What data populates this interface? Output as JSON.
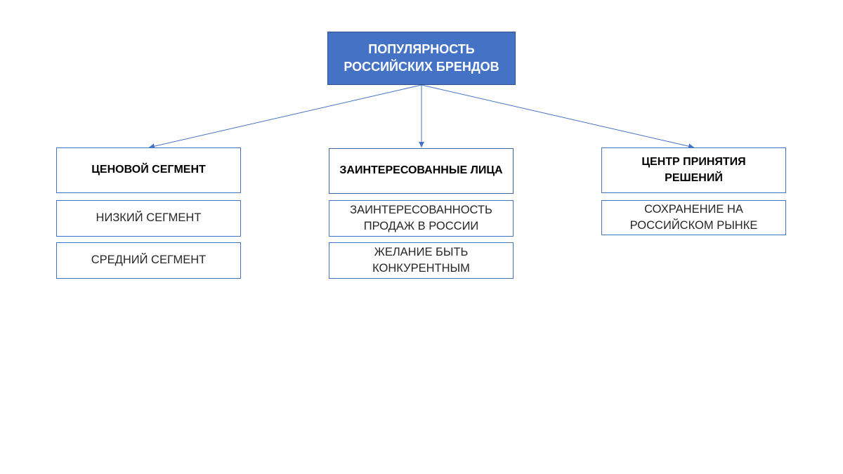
{
  "root": {
    "lines": [
      "ПОПУЛЯРНОСТЬ",
      "РОССИЙСКИХ БРЕНДОВ"
    ]
  },
  "branches": [
    {
      "title": [
        "ЦЕНОВОЙ СЕГМЕНТ"
      ],
      "items": [
        [
          "НИЗКИЙ СЕГМЕНТ"
        ],
        [
          "СРЕДНИЙ СЕГМЕНТ"
        ]
      ]
    },
    {
      "title": [
        "ЗАИНТЕРЕСОВАННЫЕ ЛИЦА"
      ],
      "items": [
        [
          "ЗАИНТЕРЕСОВАННОСТЬ",
          "ПРОДАЖ В РОССИИ"
        ],
        [
          "ЖЕЛАНИЕ БЫТЬ",
          "КОНКУРЕНТНЫМ"
        ]
      ]
    },
    {
      "title": [
        "ЦЕНТР ПРИНЯТИЯ",
        "РЕШЕНИЙ"
      ],
      "items": [
        [
          "СОХРАНЕНИЕ НА",
          "РОССИЙСКОМ РЫНКЕ"
        ]
      ]
    }
  ],
  "colors": {
    "accent": "#4472C4",
    "root_border": "#2F528F",
    "root_text": "#FFFFFF",
    "text": "#262626"
  }
}
